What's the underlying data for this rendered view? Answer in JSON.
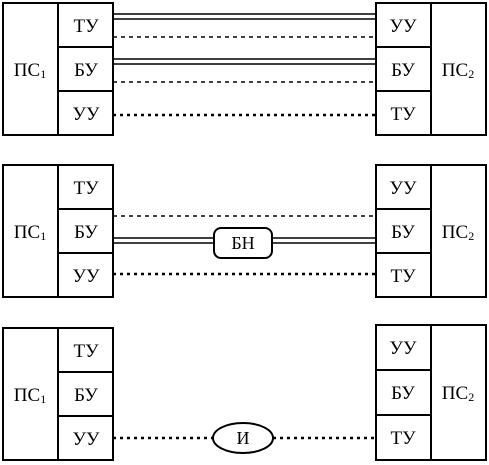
{
  "colors": {
    "line": "#000000",
    "background": "#ffffff"
  },
  "diagrams": [
    {
      "left": {
        "station": "ПС",
        "index": "1",
        "units": [
          "ТУ",
          "БУ",
          "УУ"
        ]
      },
      "right": {
        "station": "ПС",
        "index": "2",
        "units": [
          "УУ",
          "БУ",
          "ТУ"
        ]
      },
      "middle_device": ""
    },
    {
      "left": {
        "station": "ПС",
        "index": "1",
        "units": [
          "ТУ",
          "БУ",
          "УУ"
        ]
      },
      "right": {
        "station": "ПС",
        "index": "2",
        "units": [
          "УУ",
          "БУ",
          "ТУ"
        ]
      },
      "middle_device": "БН"
    },
    {
      "left": {
        "station": "ПС",
        "index": "1",
        "units": [
          "ТУ",
          "БУ",
          "УУ"
        ]
      },
      "right": {
        "station": "ПС",
        "index": "2",
        "units": [
          "УУ",
          "БУ",
          "ТУ"
        ]
      },
      "middle_device": "И"
    }
  ]
}
